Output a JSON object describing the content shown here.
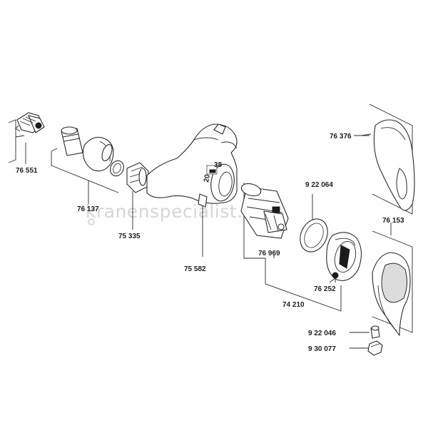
{
  "watermark": "kranenspecialist.nl",
  "parts": [
    {
      "id": "p1",
      "number": "76 551"
    },
    {
      "id": "p2",
      "number": "76 137"
    },
    {
      "id": "p3",
      "number": "75 335"
    },
    {
      "id": "p4",
      "number": "75 582"
    },
    {
      "id": "p5",
      "number": "76 969"
    },
    {
      "id": "p6",
      "number": "9 22 064"
    },
    {
      "id": "p7",
      "number": "76 252"
    },
    {
      "id": "p8",
      "number": "74 210"
    },
    {
      "id": "p9",
      "number": "76 376"
    },
    {
      "id": "p10",
      "number": "76 153"
    },
    {
      "id": "p11",
      "number": "9 22 046"
    },
    {
      "id": "p12",
      "number": "9 30 077"
    }
  ],
  "dial": {
    "low": "20",
    "high": "38"
  }
}
